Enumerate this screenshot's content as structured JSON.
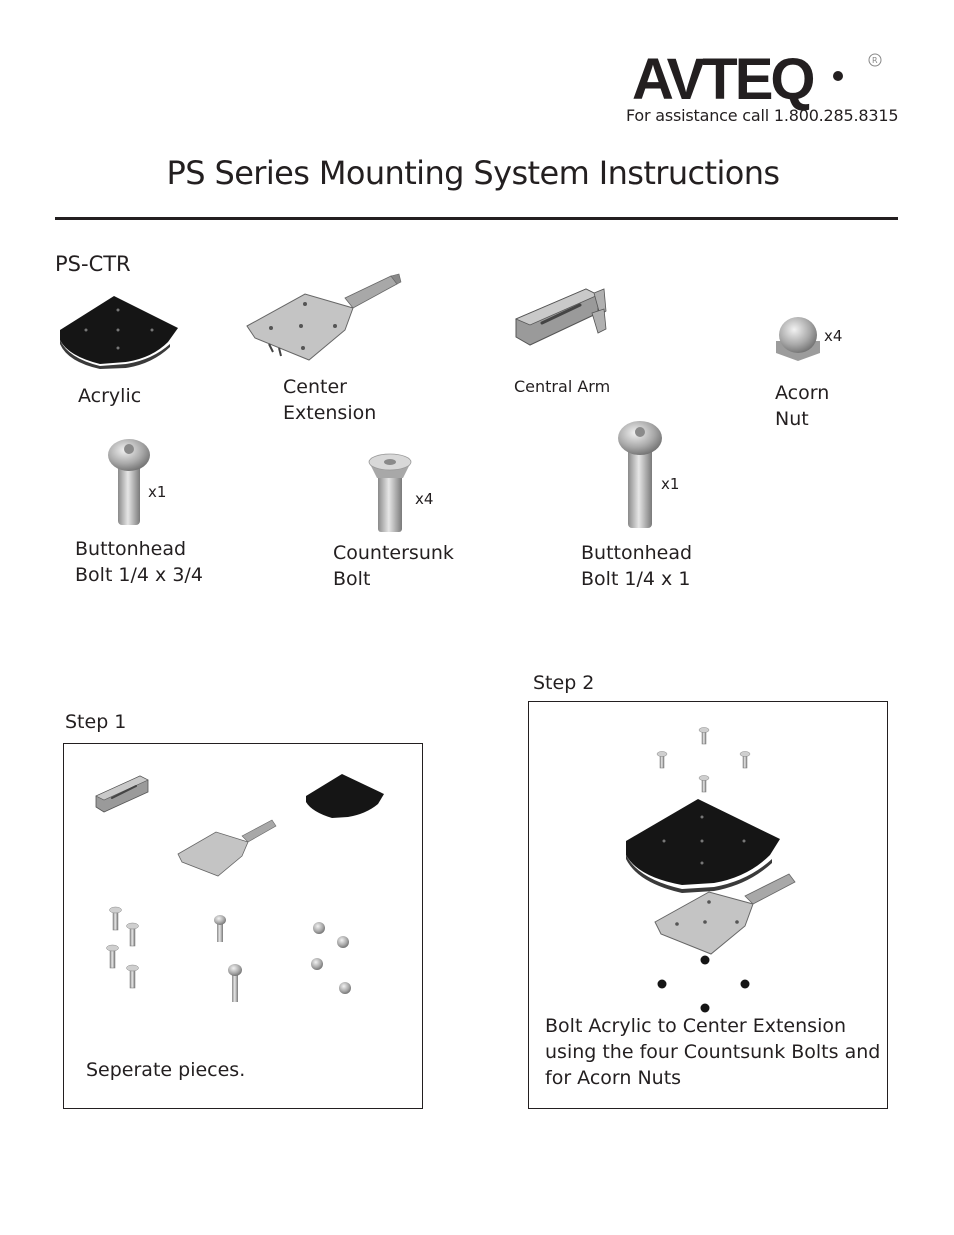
{
  "header": {
    "logo_text": "AVTEQ",
    "assistance": "For assistance call 1.800.285.8315",
    "title": "PS Series Mounting System Instructions"
  },
  "parts_section": {
    "model": "PS-CTR",
    "parts": [
      {
        "name": "Acrylic"
      },
      {
        "name_line1": "Center",
        "name_line2": "Extension"
      },
      {
        "name": "Central Arm"
      },
      {
        "name_line1": "Acorn",
        "name_line2": "Nut",
        "qty": "x4"
      },
      {
        "name_line1": "Buttonhead",
        "name_line2": "Bolt 1/4 x 3/4",
        "qty": "x1"
      },
      {
        "name_line1": "Countersunk",
        "name_line2": "Bolt",
        "qty": "x4"
      },
      {
        "name_line1": "Buttonhead",
        "name_line2": "Bolt 1/4 x 1",
        "qty": "x1"
      }
    ]
  },
  "steps": [
    {
      "label": "Step 1",
      "text": "Seperate pieces."
    },
    {
      "label": "Step 2",
      "text_line1": "Bolt Acrylic to Center Extension",
      "text_line2": "using the four Countsunk Bolts and",
      "text_line3": "for Acorn Nuts"
    }
  ],
  "colors": {
    "text": "#231f20",
    "acrylic": "#1a1a1a",
    "metal": "#b8b8b8"
  }
}
